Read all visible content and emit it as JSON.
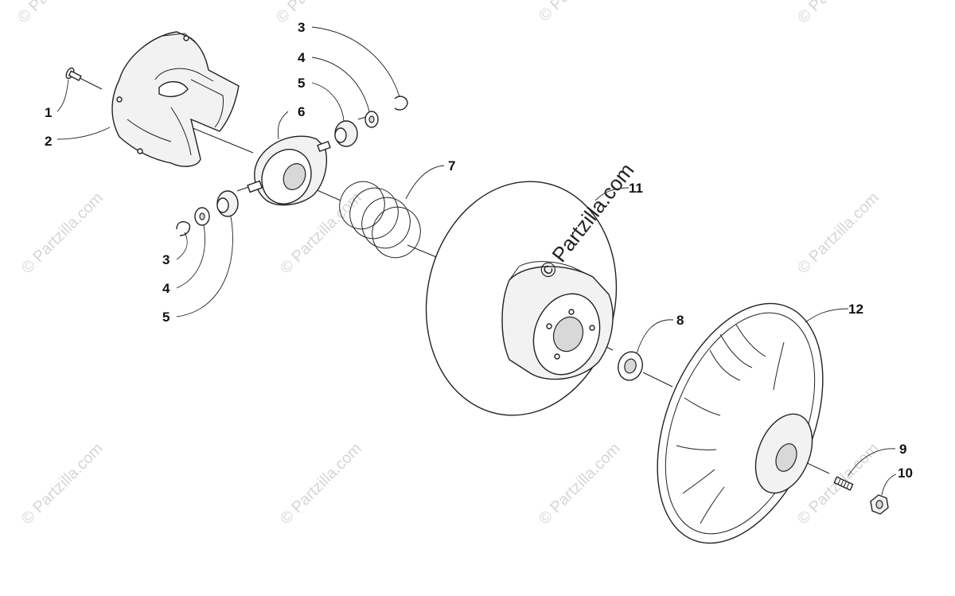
{
  "watermarks": {
    "text": "© Partzilla.com",
    "main": "© Partzilla.com"
  },
  "callouts": {
    "c1": "1",
    "c2": "2",
    "c3_top": "3",
    "c4_top": "4",
    "c5_top": "5",
    "c6": "6",
    "c3_bottom": "3",
    "c4_bottom": "4",
    "c5_bottom": "5",
    "c7": "7",
    "c11": "11",
    "c8": "8",
    "c12": "12",
    "c9": "9",
    "c10": "10"
  }
}
